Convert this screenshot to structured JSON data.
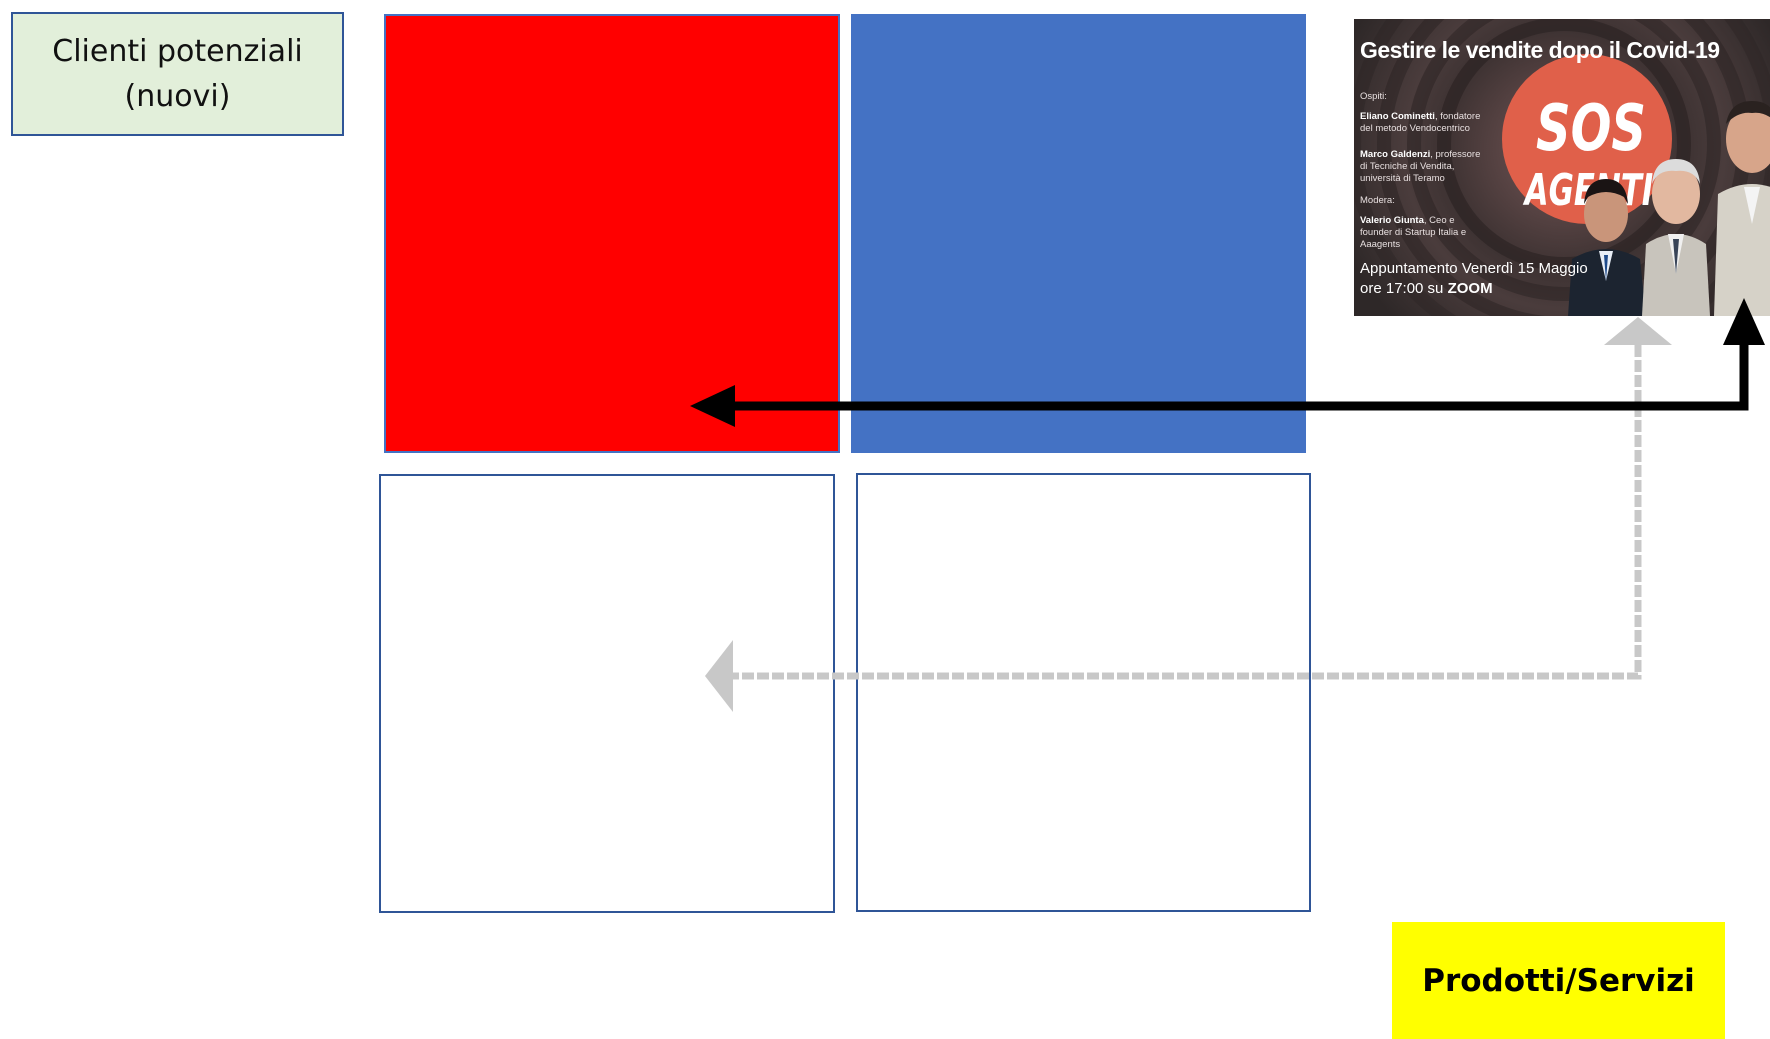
{
  "labels": {
    "clienti_line1": "Clienti potenziali",
    "clienti_line2": "(nuovi)",
    "prodotti": "Prodotti/Servizi"
  },
  "webinar": {
    "title": "Gestire le vendite dopo il Covid-19",
    "guests_heading": "Ospiti:",
    "guest1_name": "Eliano Cominetti",
    "guest1_role": ", fondatore del metodo Vendocentrico",
    "guest2_name": "Marco Galdenzi",
    "guest2_role": ", professore di Tecniche di Vendita, università di Teramo",
    "moderator_heading": "Modera:",
    "moderator_name": "Valerio Giunta",
    "moderator_role": ", Ceo e founder di Startup Italia e Aaagents",
    "appointment": "Appuntamento Venerdì 15 Maggio ore 17:00 su",
    "platform": "ZOOM",
    "logo_line1": "SOS",
    "logo_line2": "AGENTI"
  },
  "colors": {
    "quadrant_top_left": "#ff0000",
    "quadrant_top_right": "#4472c4",
    "quadrant_border": "#2f5597",
    "clienti_fill": "#e2efda",
    "prodotti_fill": "#ffff00",
    "arrow_black": "#000000",
    "arrow_gray": "#c8c8c8"
  }
}
